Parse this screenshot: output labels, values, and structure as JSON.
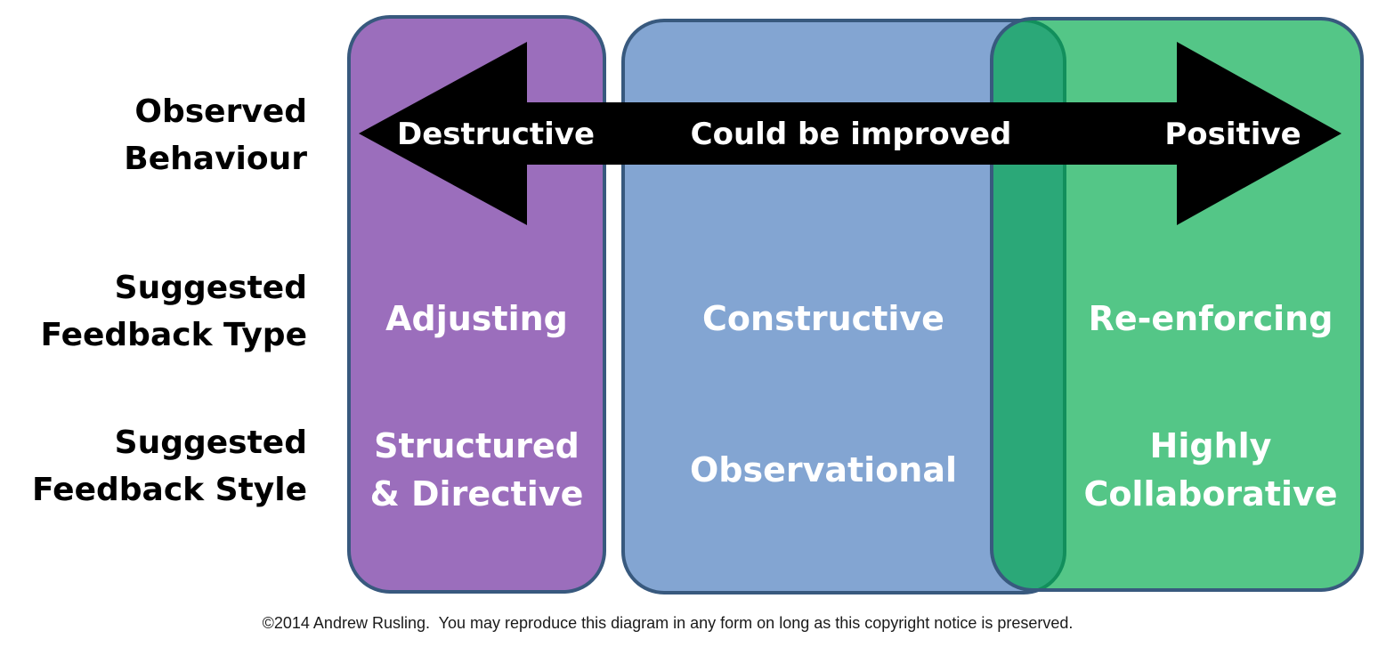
{
  "rows": {
    "behaviour": {
      "line1": "Observed",
      "line2": "Behaviour"
    },
    "type": {
      "line1": "Suggested",
      "line2": "Feedback Type"
    },
    "style": {
      "line1": "Suggested",
      "line2": "Feedback Style"
    }
  },
  "arrow": {
    "left_label": "Destructive",
    "center_label": "Could be improved",
    "right_label": "Positive",
    "fill": "#000000",
    "text_color": "#FFFFFF"
  },
  "columns": {
    "destructive": {
      "fill": "#9B6EBC",
      "feedback_type": "Adjusting",
      "feedback_style_line1": "Structured",
      "feedback_style_line2": "& Directive"
    },
    "could_be_improved": {
      "fill": "#83A5D2",
      "feedback_type": "Constructive",
      "feedback_style": "Observational"
    },
    "positive": {
      "fill": "#4DC687",
      "overlap_fill": "#27AA74",
      "feedback_type": "Re-enforcing",
      "feedback_style_line1": "Highly",
      "feedback_style_line2": "Collaborative"
    }
  },
  "border_color": "#38597E",
  "footer": "©2014 Andrew Rusling.  You may reproduce this diagram in any form on long as this copyright notice is preserved."
}
